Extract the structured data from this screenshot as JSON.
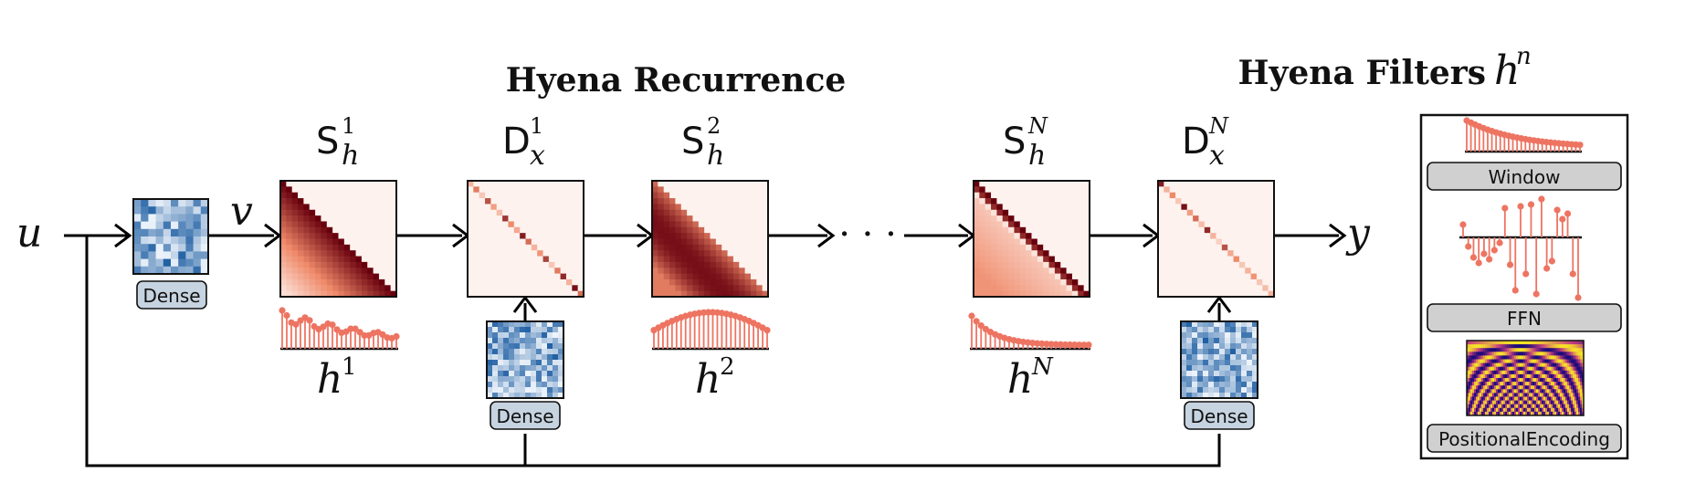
{
  "title_recurrence": "Hyena Recurrence",
  "title_filters": "Hyena Filters",
  "title_filters_h": "h",
  "title_filters_sup": "n",
  "input_label": "u",
  "output_label": "y",
  "v_label": "v",
  "ellipsis": "· · ·",
  "ops": [
    {
      "id": "s1",
      "letter": "S",
      "sup": "1",
      "sub": "h",
      "filter": "h",
      "filter_sup": "1"
    },
    {
      "id": "d1",
      "letter": "D",
      "sup": "1",
      "sub": "x"
    },
    {
      "id": "s2",
      "letter": "S",
      "sup": "2",
      "sub": "h",
      "filter": "h",
      "filter_sup": "2"
    },
    {
      "id": "sN",
      "letter": "S",
      "sup": "N",
      "sub": "h",
      "filter": "h",
      "filter_sup": "N"
    },
    {
      "id": "dN",
      "letter": "D",
      "sup": "N",
      "sub": "x"
    }
  ],
  "dense_label": "Dense",
  "filter_panel": {
    "items": [
      {
        "label": "Window"
      },
      {
        "label": "FFN"
      },
      {
        "label": "PositionalEncoding"
      }
    ]
  },
  "colors": {
    "filter_stem": "#ee7462",
    "dense_dark": "#1f5fa3",
    "dense_light": "#eef4fb",
    "matrix_dark": "#67000d",
    "matrix_bg": "#fdf2ee",
    "tag_fill": "#c6d3e0",
    "tag_fill_gray": "#d0d0d0"
  }
}
